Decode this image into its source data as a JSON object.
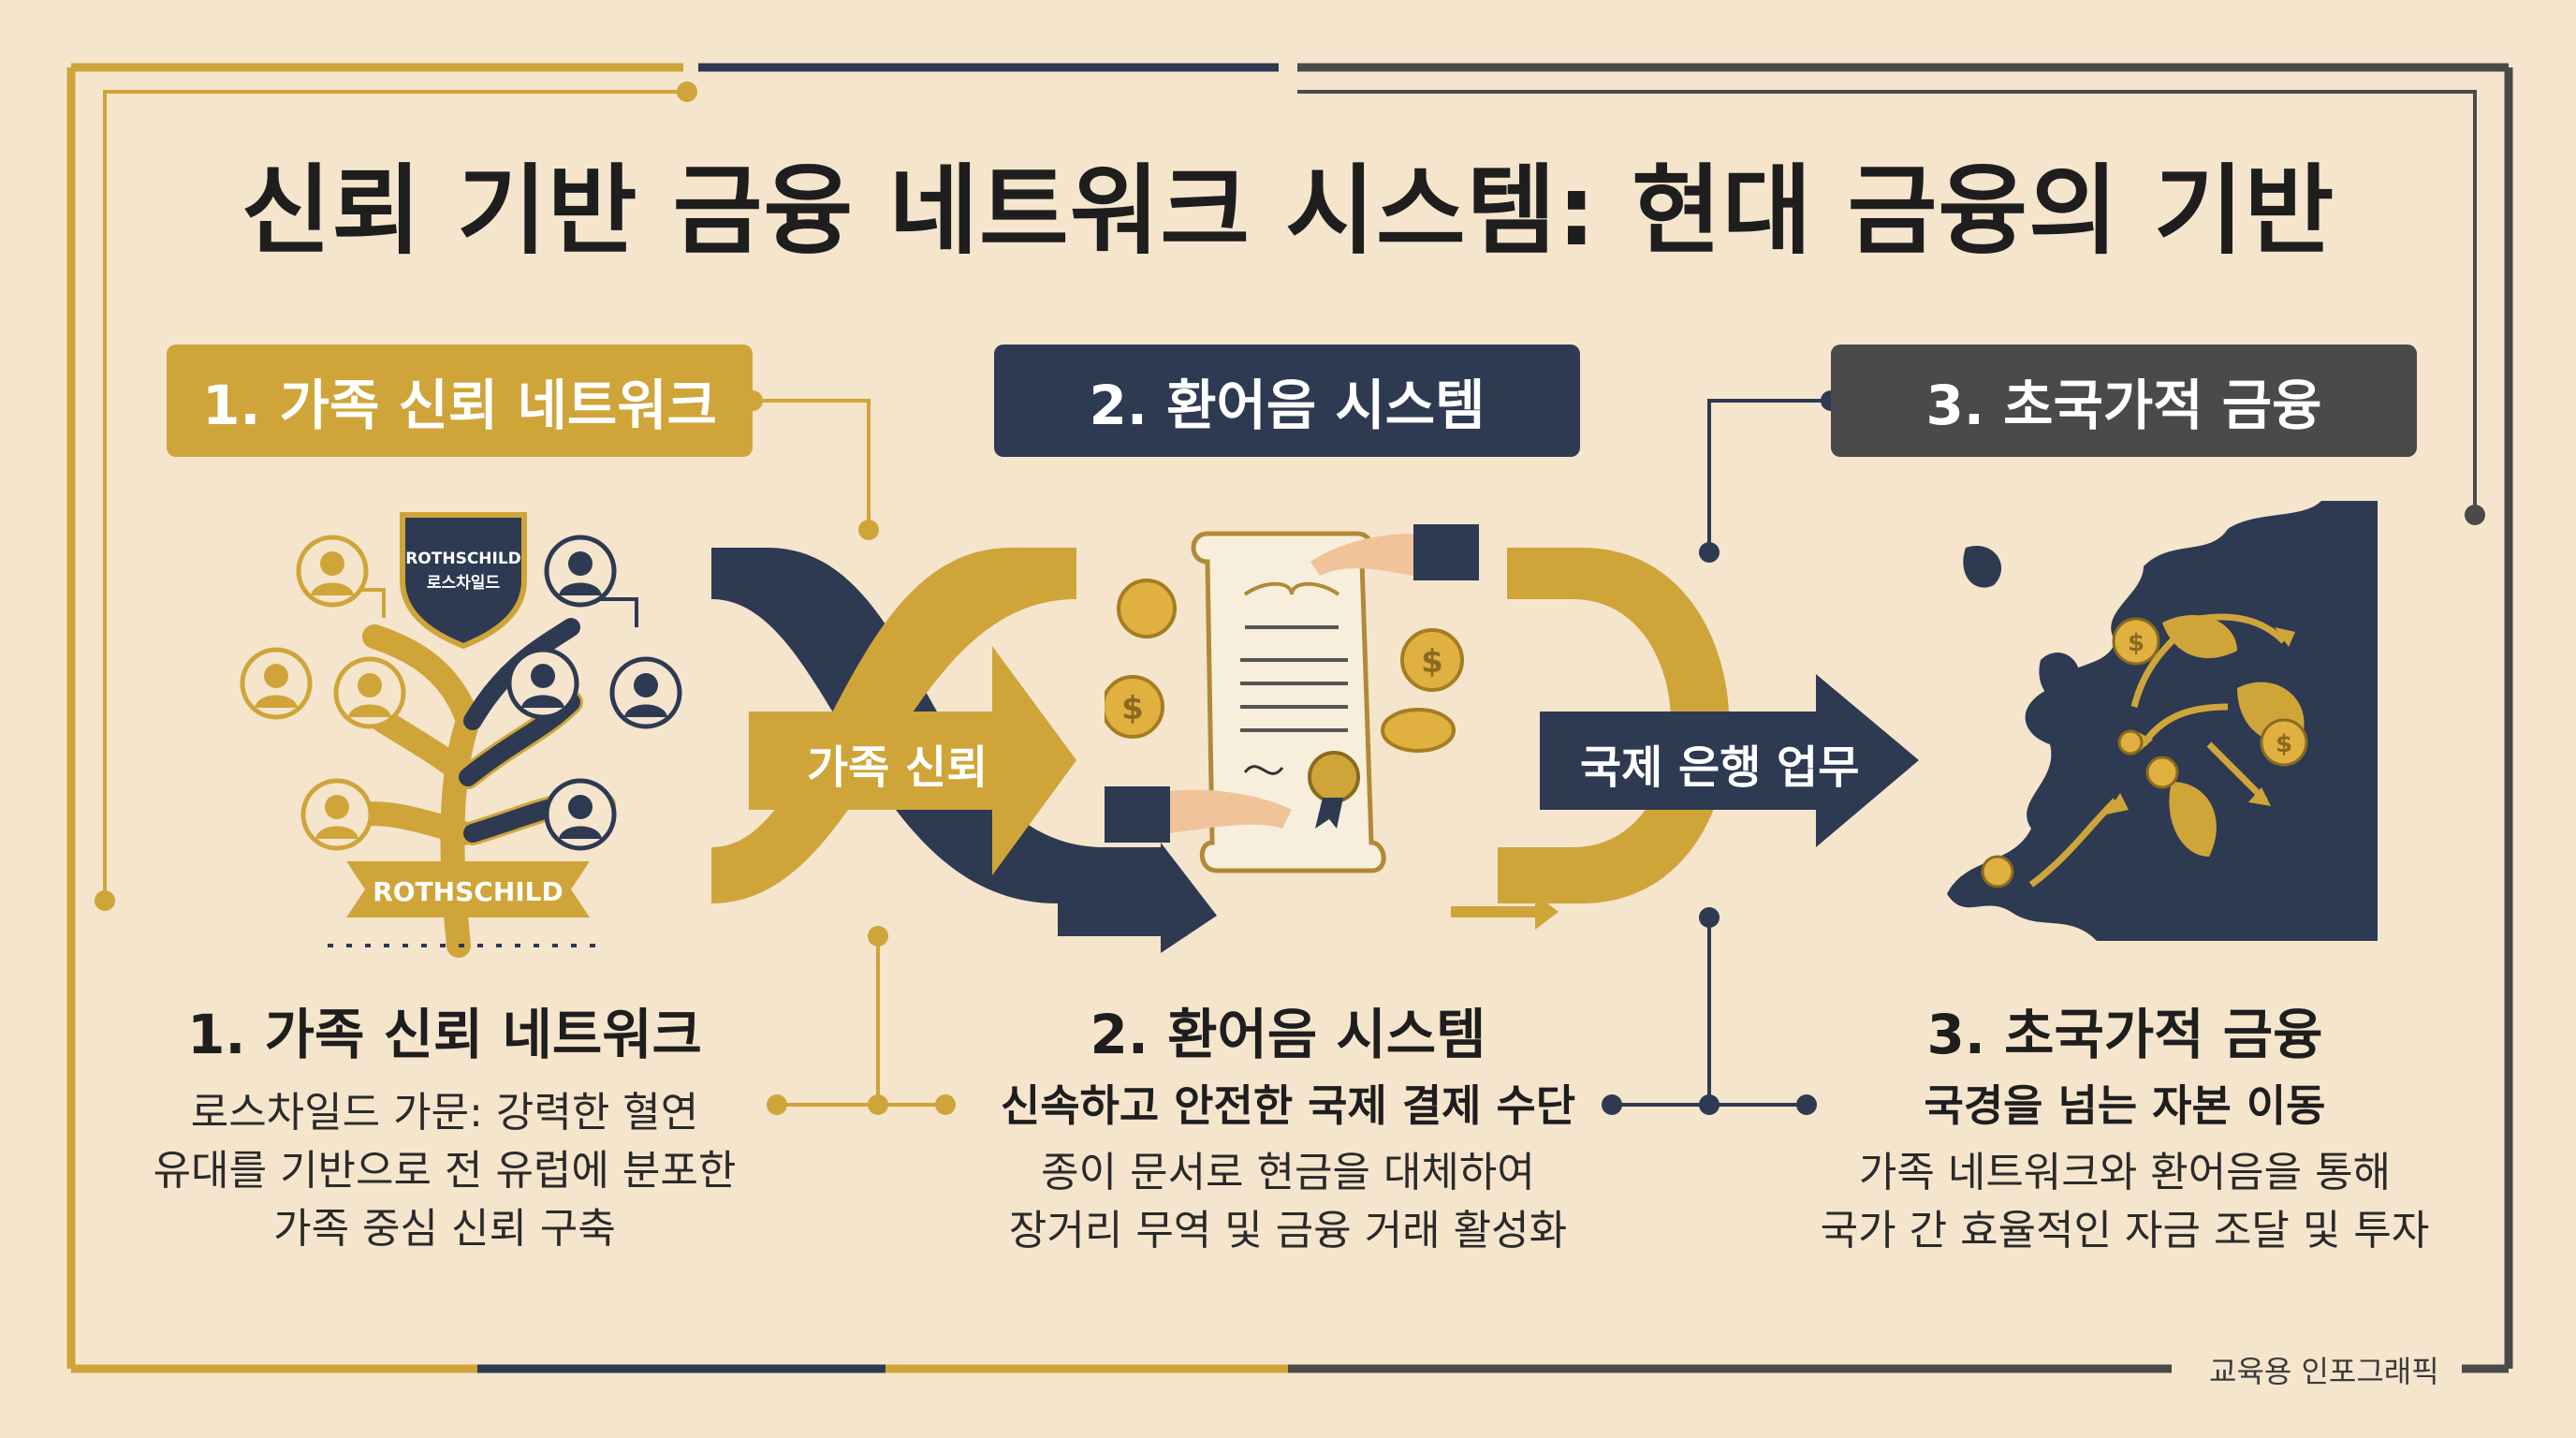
{
  "title": "신뢰 기반 금융 네트워크 시스템: 현대 금융의 기반",
  "colors": {
    "gold": "#cfa53a",
    "navy": "#2d3a52",
    "gray": "#4a4a4a",
    "background": "#f5e5cd"
  },
  "headers": [
    "1. 가족 신뢰 네트워크",
    "2. 환어음 시스템",
    "3. 초국가적 금융"
  ],
  "arrows": {
    "first": "가족 신뢰",
    "second": "국제 은행 업무"
  },
  "emblem": {
    "shield_text_en": "ROTHSCHILD",
    "shield_text_ko": "로스차일드",
    "banner_text": "ROTHSCHILD"
  },
  "sections": [
    {
      "title": "1. 가족 신뢰 네트워크",
      "subtitle": "",
      "body": [
        "로스차일드 가문: 강력한 혈연",
        "유대를 기반으로 전 유럽에 분포한",
        "가족 중심 신뢰 구축"
      ]
    },
    {
      "title": "2. 환어음 시스템",
      "subtitle": "신속하고 안전한 국제 결제 수단",
      "body": [
        "종이 문서로 현금을 대체하여",
        "장거리 무역 및 금융 거래 활성화"
      ]
    },
    {
      "title": "3. 초국가적 금융",
      "subtitle": "국경을 넘는 자본 이동",
      "body": [
        "가족 네트워크와 환어음을 통해",
        "국가 간 효율적인 자금 조달 및 투자"
      ]
    }
  ],
  "icons": [
    "family-tree-icon",
    "shield-icon",
    "bill-of-exchange-icon",
    "handshake-icon",
    "coin-icon",
    "europe-map-icon"
  ],
  "footer": "교육용 인포그래픽"
}
